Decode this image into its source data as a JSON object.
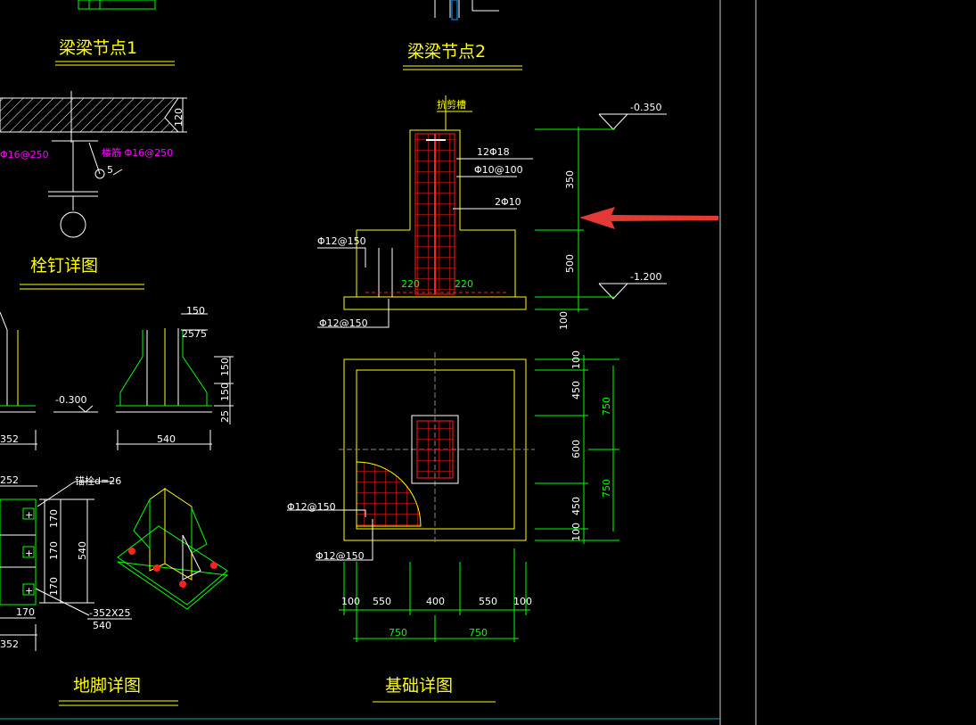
{
  "titles": {
    "beam_joint_1": "梁梁节点1",
    "beam_joint_2": "梁梁节点2",
    "stud_detail": "栓钉详图",
    "anchor_detail": "地脚详图",
    "foundation_detail": "基础详图"
  },
  "beam_joint": {
    "rebar_left": "Φ16@250",
    "rebar_right": "楼筋 Φ16@250",
    "dim_120": "120",
    "dim_5": "5"
  },
  "section": {
    "top_tag": "抗剪槽",
    "main_rebar": "12Φ18",
    "stirrup": "Φ10@100",
    "side_rebar": "2Φ10",
    "slab_rebar_top": "Φ12@150",
    "slab_rebar_bottom": "Φ12@150",
    "dim_220_left": "220",
    "dim_220_right": "220",
    "elev_top": "-0.350",
    "elev_bottom": "-1.200",
    "dim_350": "350",
    "dim_500": "500",
    "dim_100": "100"
  },
  "plan": {
    "right_dims": [
      "100",
      "450",
      "600",
      "450",
      "100"
    ],
    "right_dims_outer": [
      "750",
      "750"
    ],
    "bottom_dims": [
      "100",
      "550",
      "400",
      "550",
      "100"
    ],
    "bottom_dims_outer": [
      "750",
      "750"
    ],
    "rebar_a": "Φ12@150",
    "rebar_b": "Φ12@150"
  },
  "anchor": {
    "elev": "-0.300",
    "dim_150": "150",
    "dim_25a": "25",
    "dim_75": "75",
    "dim_150b": "150",
    "dim_150c": "150",
    "dim_25b": "25",
    "dim_540": "540",
    "dim_352": "352",
    "dim_252": "252",
    "plate_note": "锚栓d=26",
    "dim_170a": "170",
    "dim_170b": "170",
    "dim_170c": "170",
    "dim_540b": "540",
    "dim_170d": "170",
    "plate_size": "-352X25",
    "dim_540c": "540",
    "dim_352b": "352"
  },
  "colors": {
    "background": "#000000",
    "title": "#ffff00",
    "outline": "#ffff00",
    "rebar": "#ff2020",
    "dimension": "#00ff00",
    "text": "#ffffff",
    "magenta": "#ff00ff",
    "pointer_arrow": "#e53935",
    "frame": "#c8c8c8"
  }
}
